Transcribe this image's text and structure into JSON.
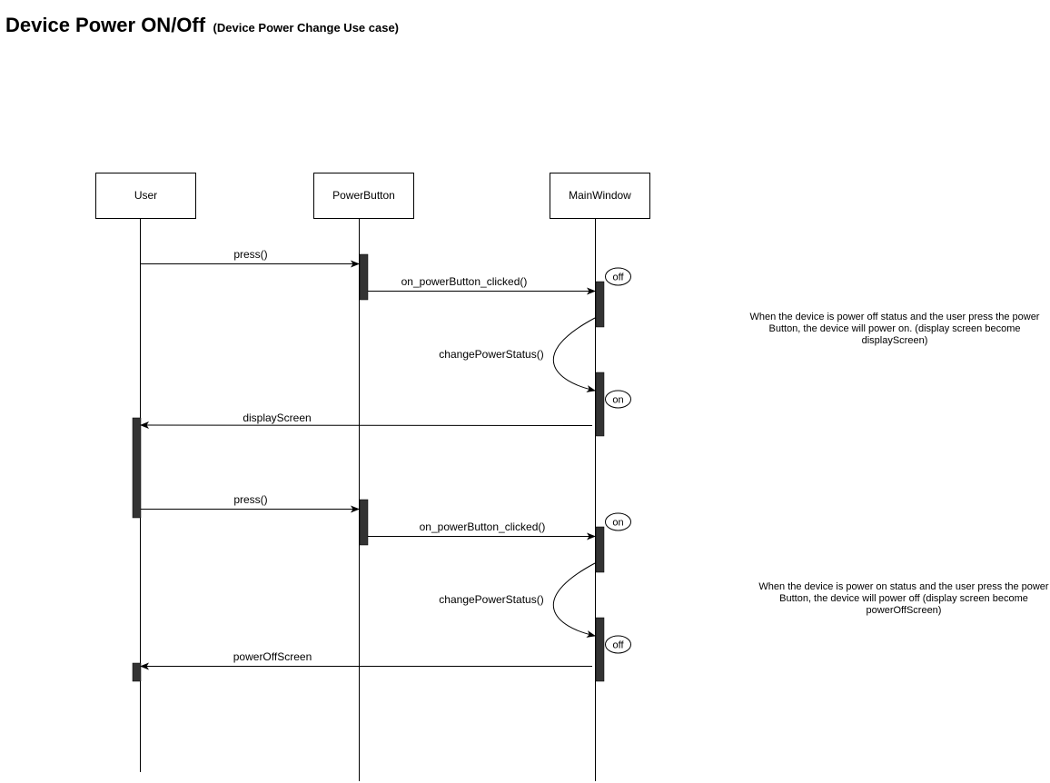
{
  "title": {
    "main": "Device Power ON/Off",
    "sub": "(Device Power Change Use case)"
  },
  "participants": [
    {
      "id": "user",
      "label": "User"
    },
    {
      "id": "power_button",
      "label": "PowerButton"
    },
    {
      "id": "main_window",
      "label": "MainWindow"
    }
  ],
  "messages": [
    {
      "id": "press-1",
      "label": "press()"
    },
    {
      "id": "clicked-1",
      "label": "on_powerButton_clicked()"
    },
    {
      "id": "change-1",
      "label": "changePowerStatus()"
    },
    {
      "id": "display-screen",
      "label": "displayScreen"
    },
    {
      "id": "press-2",
      "label": "press()"
    },
    {
      "id": "clicked-2",
      "label": "on_powerButton_clicked()"
    },
    {
      "id": "change-2",
      "label": "changePowerStatus()"
    },
    {
      "id": "power-off-screen",
      "label": "powerOffScreen"
    }
  ],
  "states": [
    {
      "id": "state-off-1",
      "label": "off"
    },
    {
      "id": "state-on-1",
      "label": "on"
    },
    {
      "id": "state-on-2",
      "label": "on"
    },
    {
      "id": "state-off-2",
      "label": "off"
    }
  ],
  "notes": [
    {
      "id": "note-power-on",
      "text": "When the device is power off status and the user press the power Button, the device will power on. (display screen become displayScreen)"
    },
    {
      "id": "note-power-off",
      "text": "When the device is power on status and the user press the power Button, the device will power off (display screen become powerOffScreen)"
    }
  ]
}
